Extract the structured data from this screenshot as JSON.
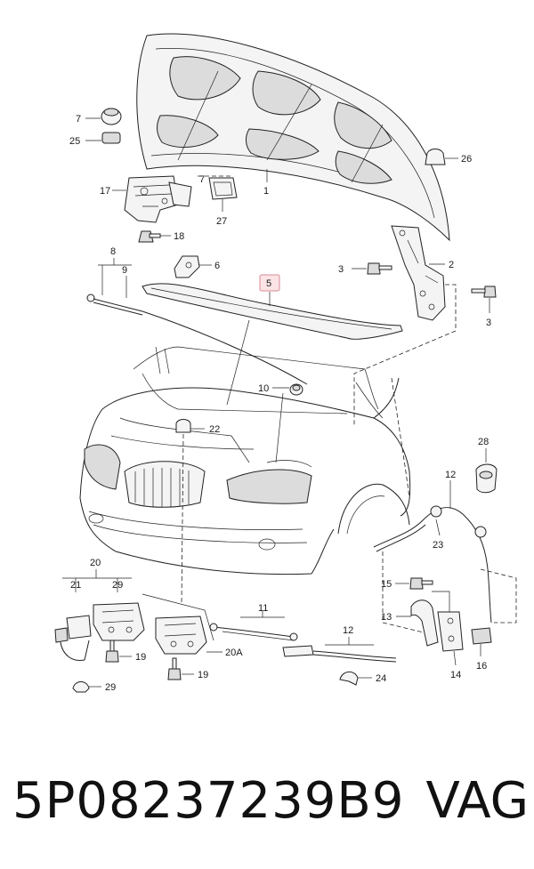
{
  "diagram": {
    "callouts": {
      "c1": "1",
      "c2": "2",
      "c3a": "3",
      "c3b": "3",
      "c5": "5",
      "c6": "6",
      "c7a": "7",
      "c7b": "7",
      "c8": "8",
      "c9": "9",
      "c10": "10",
      "c11": "11",
      "c12a": "12",
      "c12b": "12",
      "c13": "13",
      "c14": "14",
      "c15": "15",
      "c16": "16",
      "c17": "17",
      "c18": "18",
      "c19a": "19",
      "c19b": "19",
      "c20": "20",
      "c20a": "20A",
      "c21": "21",
      "c22": "22",
      "c23": "23",
      "c24": "24",
      "c25": "25",
      "c26": "26",
      "c27": "27",
      "c28": "28",
      "c29a": "29",
      "c29b": "29"
    },
    "highlight_color": "#f3c6cc"
  },
  "footer": {
    "part_number": "5P08237239B9",
    "brand": "VAG"
  }
}
